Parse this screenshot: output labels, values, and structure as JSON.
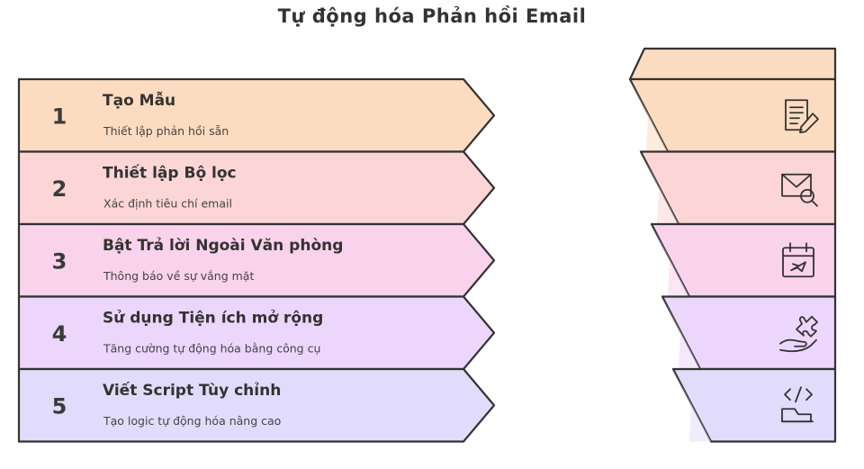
{
  "title": "Tự động hóa Phản hồi Email",
  "steps": [
    {
      "number": "1",
      "title": "Tạo Mẫu",
      "description": "Thiết lập phản hồi sẵn",
      "color": "#fcdcc0",
      "icon": "document-pen-icon"
    },
    {
      "number": "2",
      "title": "Thiết lập Bộ lọc",
      "description": "Xác định tiêu chí email",
      "color": "#fcd6d6",
      "icon": "envelope-search-icon"
    },
    {
      "number": "3",
      "title": "Bật Trả lời Ngoài Văn phòng",
      "description": "Thông báo về sự vắng mặt",
      "color": "#f9d2ec",
      "icon": "calendar-plane-icon"
    },
    {
      "number": "4",
      "title": "Sử dụng Tiện ích mở rộng",
      "description": "Tăng cường tự động hóa bằng công cụ",
      "color": "#ecd6fb",
      "icon": "hand-puzzle-icon"
    },
    {
      "number": "5",
      "title": "Viết Script Tùy chỉnh",
      "description": "Tạo logic tự động hóa nâng cao",
      "color": "#e1dcfb",
      "icon": "code-laptop-icon"
    }
  ]
}
